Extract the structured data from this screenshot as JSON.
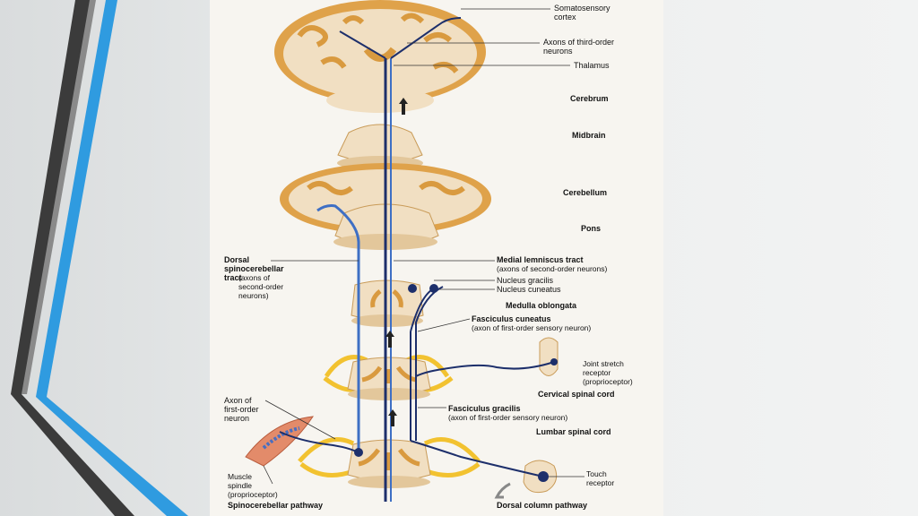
{
  "colors": {
    "accent_blue": "#2f9be0",
    "accent_dark": "#3b3b3b",
    "tissue_tan": "#f1dfc2",
    "gray_matter": "#d99a3f",
    "nerve_yellow": "#f2c230",
    "pathway_navy": "#1d2f6b",
    "pathway_light": "#3e6fc4"
  },
  "labels": {
    "somatosensory_cortex": "Somatosensory\ncortex",
    "axons_third_order": "Axons of third-order\nneurons",
    "thalamus": "Thalamus",
    "cerebrum": "Cerebrum",
    "midbrain": "Midbrain",
    "cerebellum": "Cerebellum",
    "pons": "Pons",
    "dorsal_spinocerebellar_tract": "Dorsal\nspinocerebellar\ntract",
    "dorsal_spinocerebellar_note": "(axons of\nsecond-order\nneurons)",
    "medial_lemniscus_tract": "Medial lemniscus tract",
    "medial_lemniscus_note": "(axons of second-order neurons)",
    "nucleus_gracilis": "Nucleus gracilis",
    "nucleus_cuneatus": "Nucleus cuneatus",
    "medulla_oblongata": "Medulla oblongata",
    "fasciculus_cuneatus": "Fasciculus cuneatus",
    "fasciculus_cuneatus_note": "(axon of first-order sensory neuron)",
    "joint_stretch_receptor": "Joint stretch\nreceptor\n(proprioceptor)",
    "cervical_spinal_cord": "Cervical spinal cord",
    "axon_first_order": "Axon of\nfirst-order\nneuron",
    "fasciculus_gracilis": "Fasciculus gracilis",
    "fasciculus_gracilis_note": "(axon of first-order sensory neuron)",
    "lumbar_spinal_cord": "Lumbar spinal cord",
    "muscle_spindle": "Muscle\nspindle\n(proprioceptor)",
    "touch_receptor": "Touch\nreceptor",
    "spinocerebellar_pathway": "Spinocerebellar pathway",
    "dorsal_column_pathway": "Dorsal column pathway"
  }
}
